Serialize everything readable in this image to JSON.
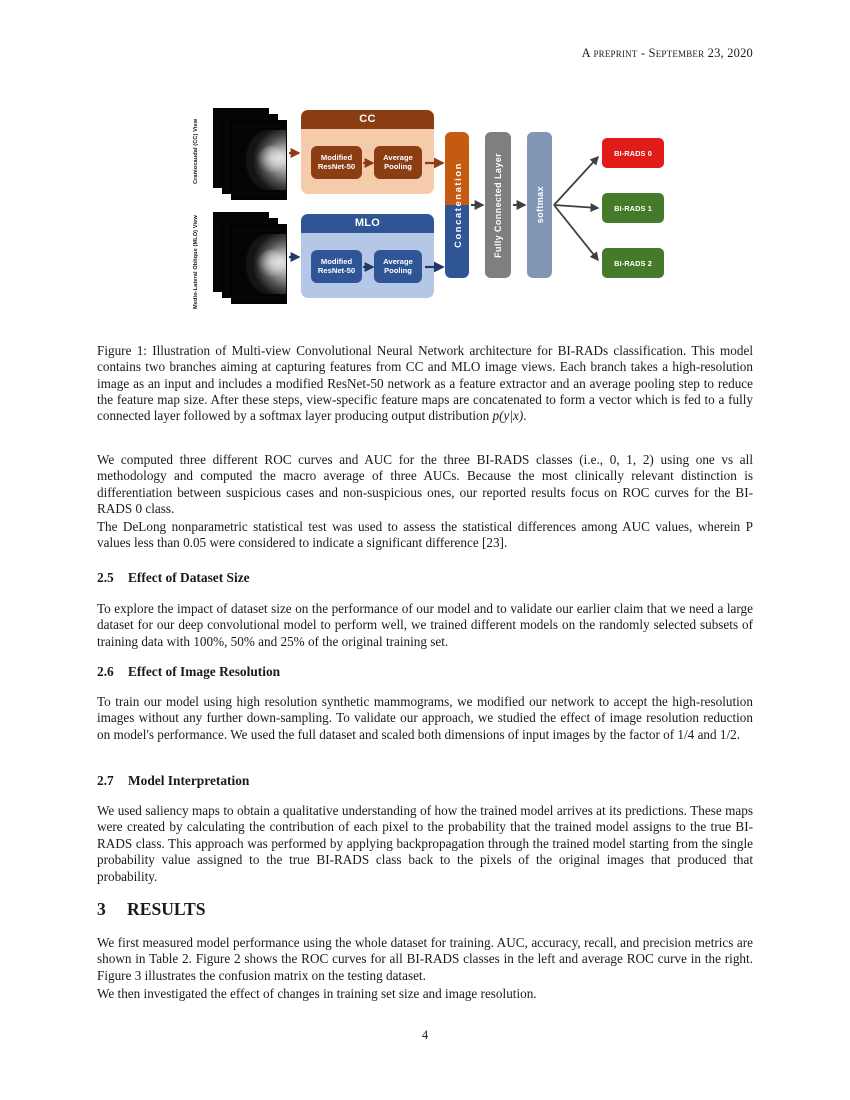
{
  "header": {
    "running_head": "A preprint - September 23, 2020"
  },
  "figure": {
    "view_labels": {
      "cc": "Craniocaudal (CC) View",
      "mlo": "Medio-Lateral Oblique (MLO) View"
    },
    "branches": [
      {
        "id": "cc",
        "title": "CC",
        "blocks": [
          "Modified ResNet-50",
          "Average Pooling"
        ],
        "header_color": "#8B3E14",
        "body_color": "#F6CBAB",
        "block_color": "#8B3E14"
      },
      {
        "id": "mlo",
        "title": "MLO",
        "blocks": [
          "Modified ResNet-50",
          "Average Pooling"
        ],
        "header_color": "#2F5596",
        "body_color": "#B4C7E7",
        "block_color": "#2F5596"
      }
    ],
    "stages": [
      {
        "id": "concatenation",
        "label": "Concatenation",
        "color_top": "#C55A11",
        "color_bottom": "#2F5596"
      },
      {
        "id": "fully-connected",
        "label": "Fully Connected Layer",
        "color": "#7F7F7F"
      },
      {
        "id": "softmax",
        "label": "softmax",
        "color": "#8196B4"
      }
    ],
    "outputs": [
      {
        "label": "BI-RADS 0",
        "color": "#E01B19"
      },
      {
        "label": "BI-RADS 1",
        "color": "#467A2B"
      },
      {
        "label": "BI-RADS 2",
        "color": "#467A2B"
      }
    ],
    "caption": "Figure 1: Illustration of Multi-view Convolutional Neural Network architecture for BI-RADs classification. This model contains two branches aiming at capturing features from CC and MLO image views. Each branch takes a high-resolution image as an input and includes a modified ResNet-50 network as a feature extractor and an average pooling step to reduce the feature map size. After these steps, view-specific feature maps are concatenated to form a vector which is fed to a fully connected layer followed by a softmax layer producing output distribution ",
    "caption_math": "p(y|x)",
    "caption_end": "."
  },
  "body": {
    "para_roc": "We computed three different ROC curves and AUC for the three BI-RADS classes (i.e., 0, 1, 2) using one vs all methodology and computed the macro average of three AUCs. Because the most clinically relevant distinction is differentiation between suspicious cases and non-suspicious ones, our reported results focus on ROC curves for the BI-RADS 0 class.",
    "para_delong": "The DeLong nonparametric statistical test was used to assess the statistical differences among AUC values, wherein P values less than 0.05 were considered to indicate a significant difference [23].",
    "sections": [
      {
        "number": "2.5",
        "title": "Effect of Dataset Size",
        "paragraph": "To explore the impact of dataset size on the performance of our model and to validate our earlier claim that we need a large dataset for our deep convolutional model to perform well, we trained different models on the randomly selected subsets of training data with 100%, 50% and 25% of the original training set."
      },
      {
        "number": "2.6",
        "title": "Effect of Image Resolution",
        "paragraph": "To train our model using high resolution synthetic mammograms, we modified our network to accept the high-resolution images without any further down-sampling. To validate our approach, we studied the effect of image resolution reduction on model's performance. We used the full dataset and scaled both dimensions of input images by the factor of 1/4 and 1/2."
      },
      {
        "number": "2.7",
        "title": "Model Interpretation",
        "paragraph": "We used saliency maps to obtain a qualitative understanding of how the trained model arrives at its predictions. These maps were created by calculating the contribution of each pixel to the probability that the trained model assigns to the true BI-RADS class. This approach was performed by applying backpropagation through the trained model starting from the single probability value assigned to the true BI-RADS class back to the pixels of the original images that produced that probability."
      }
    ],
    "results_section": {
      "number": "3",
      "title": "RESULTS",
      "para_1": "We first measured model performance using the whole dataset for training. AUC, accuracy, recall, and precision metrics are shown in Table 2. Figure 2 shows the ROC curves for all BI-RADS classes in the left and average ROC curve in the right. Figure 3 illustrates the confusion matrix on the testing dataset.",
      "para_2": "We then investigated the effect of changes in training set size and image resolution."
    }
  },
  "footer": {
    "page_number": "4"
  }
}
